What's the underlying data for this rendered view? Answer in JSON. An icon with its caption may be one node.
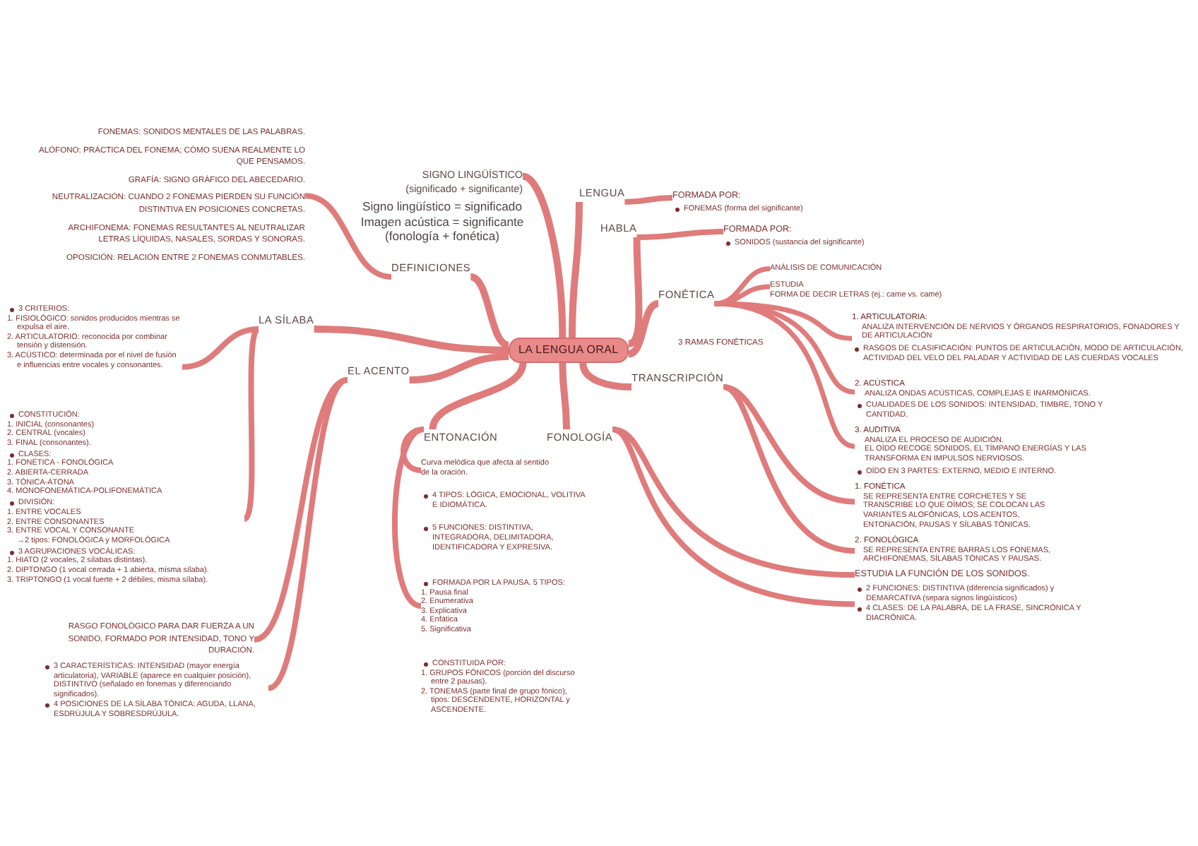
{
  "diagram": {
    "nodes": [
      {
        "text": [
          "LA LENGUA ORAL"
        ]
      },
      {
        "text": [
          "SIGNO LINGÜÍSTICO",
          "(significado + significante)"
        ]
      },
      {
        "text": [
          "DEFINICIONES"
        ]
      },
      {
        "text": [
          "FONEMAS: SONIDOS MENTALES DE LAS PALABRAS.",
          "ALÓFONO: PRÁCTICA DEL FONEMA; CÓMO SUENA REALMENTE LO QUE PENSAMOS.",
          "GRAFÍA: SIGNO GRÁFICO DEL ABECEDARIO.",
          "NEUTRALIZACIÓN: CUANDO 2 FONEMAS PIERDEN SU FUNCIÓN DISTINTIVA EN POSICIONES CONCRETAS.",
          "ARCHIFONEMA: FONEMAS RESULTANTES AL NEUTRALIZAR LETRAS LÍQUIDAS, NASALES, SORDAS Y SONORAS.",
          "OPOSICIÓN: RELACIÓN ENTRE 2 FONEMAS CONMUTABLES."
        ]
      },
      {
        "text": [
          "LA SÍLABA"
        ]
      },
      {
        "text": [
          "3 CRITERIOS:",
          "1. FISIOLÓGICO: sonidos producidos mientras se expulsa el aire.",
          "2. ARTICULATORIO: reconocida por combinar tensión y distensión.",
          "3. ACÚSTICO: determinada por el nivel de fusión e influencias entre vocales y consonantes."
        ]
      },
      {
        "text": [
          "CONSTITUCIÓN:",
          "1. INICIAL (consonantes)",
          "2. CENTRAL (vocales)",
          "3. FINAL (consonantes).",
          "CLASES:",
          "1. FONÉTICA - FONOLÓGICA",
          "2. ABIERTA-CERRADA",
          "3. TÓNICA-ÁTONA",
          "4. MONOFONEMÁTICA-POLIFONEMÁTICA",
          "DIVISIÓN:",
          "1. ENTRE VOCALES",
          "2. ENTRE CONSONANTES",
          "3. ENTRE VOCAL Y CONSONANTE",
          "→2 tipos: FONOLÓGICA y MORFOLÓGICA",
          "3 AGRUPACIONES VOCÁLICAS:",
          "1. HIATO (2 vocales, 2 sílabas distintas).",
          "2. DIPTONGO (1 vocal cerrada + 1 abierta, misma sílaba).",
          "3. TRIPTONGO (1 vocal fuerte + 2 débiles, misma sílaba)."
        ]
      },
      {
        "text": [
          "EL ACENTO"
        ]
      },
      {
        "text": [
          "RASGO FONOLÓGICO PARA DAR FUERZA A UN SONIDO, FORMADO POR INTENSIDAD, TONO Y DURACIÓN."
        ]
      },
      {
        "text": [
          "3 CARACTERÍSTICAS: INTENSIDAD (mayor energía articulatoria), VARIABLE (aparece en cualquier posición), DISTINTIVO (señalado en fonemas y diferenciando significados).",
          "4 POSICIONES DE LA SÍLABA TÓNICA: AGUDA, LLANA, ESDRÚJULA Y SOBRESDRÚJULA."
        ]
      },
      {
        "text": [
          "ENTONACIÓN"
        ]
      },
      {
        "text": [
          "Curva melódica que afecta al sentido de la oración.",
          "4 TIPOS: LÓGICA, EMOCIONAL, VOLITIVA E IDIOMÁTICA.",
          "5 FUNCIONES: DISTINTIVA, INTEGRADORA, DELIMITADORA, IDENTIFICADORA Y EXPRESIVA."
        ]
      },
      {
        "text": [
          "FORMADA POR LA PAUSA. 5 TIPOS:",
          "1. Pausa final",
          "2. Enumerativa",
          "3. Explicativa",
          "4. Enfática",
          "5. Significativa"
        ]
      },
      {
        "text": [
          "FONOLOGÍA"
        ]
      },
      {
        "text": [
          "ESTUDIA LA FUNCIÓN DE LOS SONIDOS."
        ]
      },
      {
        "text": [
          "2 FUNCIONES: DISTINTIVA (diferencia significados) y DEMARCATIVA (separa signos lingüísticos)",
          "4 CLASES: DE LA PALABRA, DE LA FRASE, SINCRÓNICA Y DIACRÓNICA."
        ]
      },
      {
        "text": [
          "TRANSCRIPCIÓN"
        ]
      },
      {
        "text": [
          "1. FONÉTICA",
          "SE REPRESENTA ENTRE CORCHETES Y SE TRANSCRIBE LO QUE OÍMOS; SE COLOCAN LAS VARIANTES ALOFÓNICAS, LOS ACENTOS, ENTONACIÓN, PAUSAS Y SÍLABAS TÓNICAS."
        ]
      },
      {
        "text": [
          "2. FONOLÓGICA",
          "SE REPRESENTA ENTRE BARRAS LOS FONEMAS, ARCHIFONEMAS, SÍLABAS TÓNICAS Y PAUSAS."
        ]
      },
      {
        "text": [
          "LENGUA"
        ]
      },
      {
        "text": [
          "FORMADA POR:",
          "FONEMAS (forma del significante)"
        ]
      },
      {
        "text": [
          "HABLA"
        ]
      },
      {
        "text": [
          "FORMADA POR:",
          "SONIDOS (sustancia del significante)"
        ]
      },
      {
        "text": [
          "FONÉTICA"
        ]
      },
      {
        "text": [
          "ANÁLISIS DE COMUNICACIÓN"
        ]
      },
      {
        "text": [
          "ESTUDIA",
          "FORMA DE DECIR LETRAS (ej.: carne vs. came)"
        ]
      },
      {
        "text": [
          "1. ARTICULATORIA:",
          "ANALIZA INTERVENCIÓN DE NERVIOS Y ÓRGANOS RESPIRATORIOS, FONADORES Y DE ARTICULACIÓN",
          "RASGOS DE CLASIFICACIÓN: PUNTOS DE ARTICULACIÓN, MODO DE ARTICULACIÓN, ACTIVIDAD DEL VELO DEL PALADAR Y ACTIVIDAD DE LAS CUERDAS VOCALES"
        ]
      },
      {
        "text": [
          "2. ACÚSTICA",
          "ANALIZA ONDAS ACÚSTICAS, COMPLEJAS E INARMÓNICAS.",
          "CUALIDADES DE LOS SONIDOS: INTENSIDAD, TIMBRE, TONO Y CANTIDAD."
        ]
      },
      {
        "text": [
          "3. AUDITIVA",
          "ANALIZA EL PROCESO DE AUDICIÓN.",
          "EL OÍDO RECOGE SONIDOS, EL TÍMPANO ENERGÍAS Y LAS TRANSFORMA EN IMPULSOS NERVIOSOS.",
          "OÍDO EN 3 PARTES: EXTERNO, MEDIO E INTERNO."
        ]
      }
    ],
    "edges": [
      {
        "from": 0,
        "to": 1,
        "arrow": "none"
      },
      {
        "from": 0,
        "to": 2,
        "arrow": "none"
      },
      {
        "from": 2,
        "to": 3,
        "arrow": "none"
      },
      {
        "from": 0,
        "to": 4,
        "arrow": "none"
      },
      {
        "from": 4,
        "to": 5,
        "arrow": "none"
      },
      {
        "from": 4,
        "to": 6,
        "arrow": "none"
      },
      {
        "from": 0,
        "to": 7,
        "arrow": "none"
      },
      {
        "from": 7,
        "to": 8,
        "arrow": "none"
      },
      {
        "from": 7,
        "to": 9,
        "arrow": "none"
      },
      {
        "from": 0,
        "to": 10,
        "arrow": "none"
      },
      {
        "from": 10,
        "to": 11,
        "arrow": "none"
      },
      {
        "from": 10,
        "to": 12,
        "arrow": "none"
      },
      {
        "from": 0,
        "to": 13,
        "arrow": "none"
      },
      {
        "from": 13,
        "to": 14,
        "arrow": "none"
      },
      {
        "from": 13,
        "to": 15,
        "arrow": "none"
      },
      {
        "from": 0,
        "to": 16,
        "arrow": "none"
      },
      {
        "from": 16,
        "to": 17,
        "arrow": "none"
      },
      {
        "from": 16,
        "to": 18,
        "arrow": "none"
      },
      {
        "from": 0,
        "to": 19,
        "arrow": "none"
      },
      {
        "from": 19,
        "to": 20,
        "arrow": "none"
      },
      {
        "from": 0,
        "to": 21,
        "arrow": "none"
      },
      {
        "from": 21,
        "to": 22,
        "arrow": "none"
      },
      {
        "from": 0,
        "to": 23,
        "arrow": "none"
      },
      {
        "from": 23,
        "to": 24,
        "arrow": "none"
      },
      {
        "from": 23,
        "to": 25,
        "arrow": "none"
      },
      {
        "from": 23,
        "to": 26,
        "arrow": "none"
      },
      {
        "from": 23,
        "to": 27,
        "arrow": "none"
      },
      {
        "from": 23,
        "to": 28,
        "arrow": "none"
      }
    ],
    "labels": [
      "Signo lingüístico = significado",
      "Imagen acústica = significante",
      "(fonología + fonética)",
      "3 RAMAS FONÉTICAS",
      "CONSTITUIDA POR:",
      "1. GRUPOS FÓNICOS (porción del discurso entre 2 pausas).",
      "2. TONEMAS (parte final de grupo fónico), tipos: DESCENDENTE, HORIZONTAL y ASCENDENTE."
    ]
  }
}
